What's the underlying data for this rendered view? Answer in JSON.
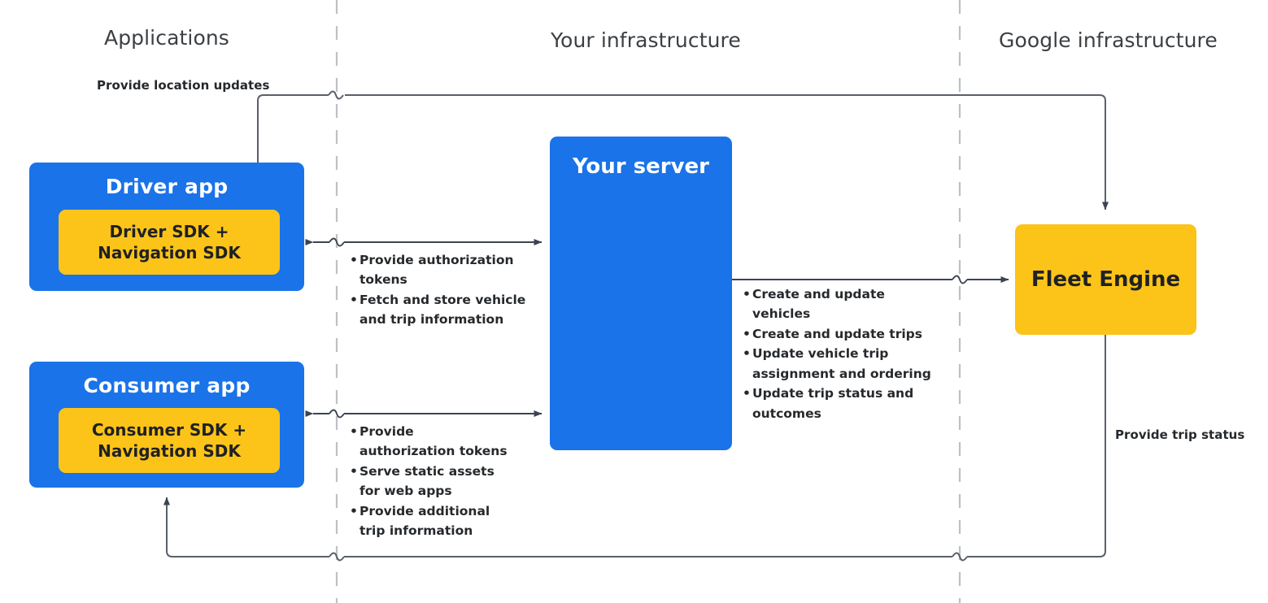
{
  "zones": [
    {
      "id": "applications",
      "label": "Applications"
    },
    {
      "id": "your-infrastructure",
      "label": "Your infrastructure"
    },
    {
      "id": "google-infrastructure",
      "label": "Google infrastructure"
    }
  ],
  "nodes": {
    "driver_app": {
      "title": "Driver app",
      "sdk_label": "Driver SDK +\nNavigation SDK",
      "sdk_line1": "Driver SDK +",
      "sdk_line2": "Navigation SDK",
      "color": "#1a73e8",
      "sdk_color": "#fcc419"
    },
    "consumer_app": {
      "title": "Consumer app",
      "sdk_line1": "Consumer SDK +",
      "sdk_line2": "Navigation SDK",
      "color": "#1a73e8",
      "sdk_color": "#fcc419"
    },
    "your_server": {
      "title": "Your server",
      "color": "#1a73e8"
    },
    "fleet_engine": {
      "title": "Fleet Engine",
      "color": "#fcc419"
    }
  },
  "edges": {
    "driver_location_updates": {
      "label": "Provide location updates",
      "from": "driver_app",
      "to": "fleet_engine",
      "direction": "one-way"
    },
    "fleet_trip_status": {
      "label": "Provide trip status",
      "from": "fleet_engine",
      "to": "consumer_app",
      "direction": "one-way"
    },
    "driver_server": {
      "from": "driver_app",
      "to": "your_server",
      "direction": "two-way",
      "bullets": [
        "Provide authorization tokens",
        "Fetch and store vehicle and trip information"
      ]
    },
    "consumer_server": {
      "from": "consumer_app",
      "to": "your_server",
      "direction": "two-way",
      "bullets": [
        "Provide authorization tokens",
        "Serve static assets for web apps",
        "Provide additional trip information"
      ]
    },
    "server_fleet": {
      "from": "your_server",
      "to": "fleet_engine",
      "direction": "one-way",
      "bullets": [
        "Create and update vehicles",
        "Create and update trips",
        "Update vehicle trip assignment and ordering",
        "Update trip status and outcomes"
      ]
    }
  },
  "colors": {
    "blue": "#1a73e8",
    "yellow": "#fcc419",
    "text_dark": "#26292c",
    "header_gray": "#3c4043",
    "divider_gray": "#bdc1c6",
    "wire_gray": "#5f6368"
  }
}
